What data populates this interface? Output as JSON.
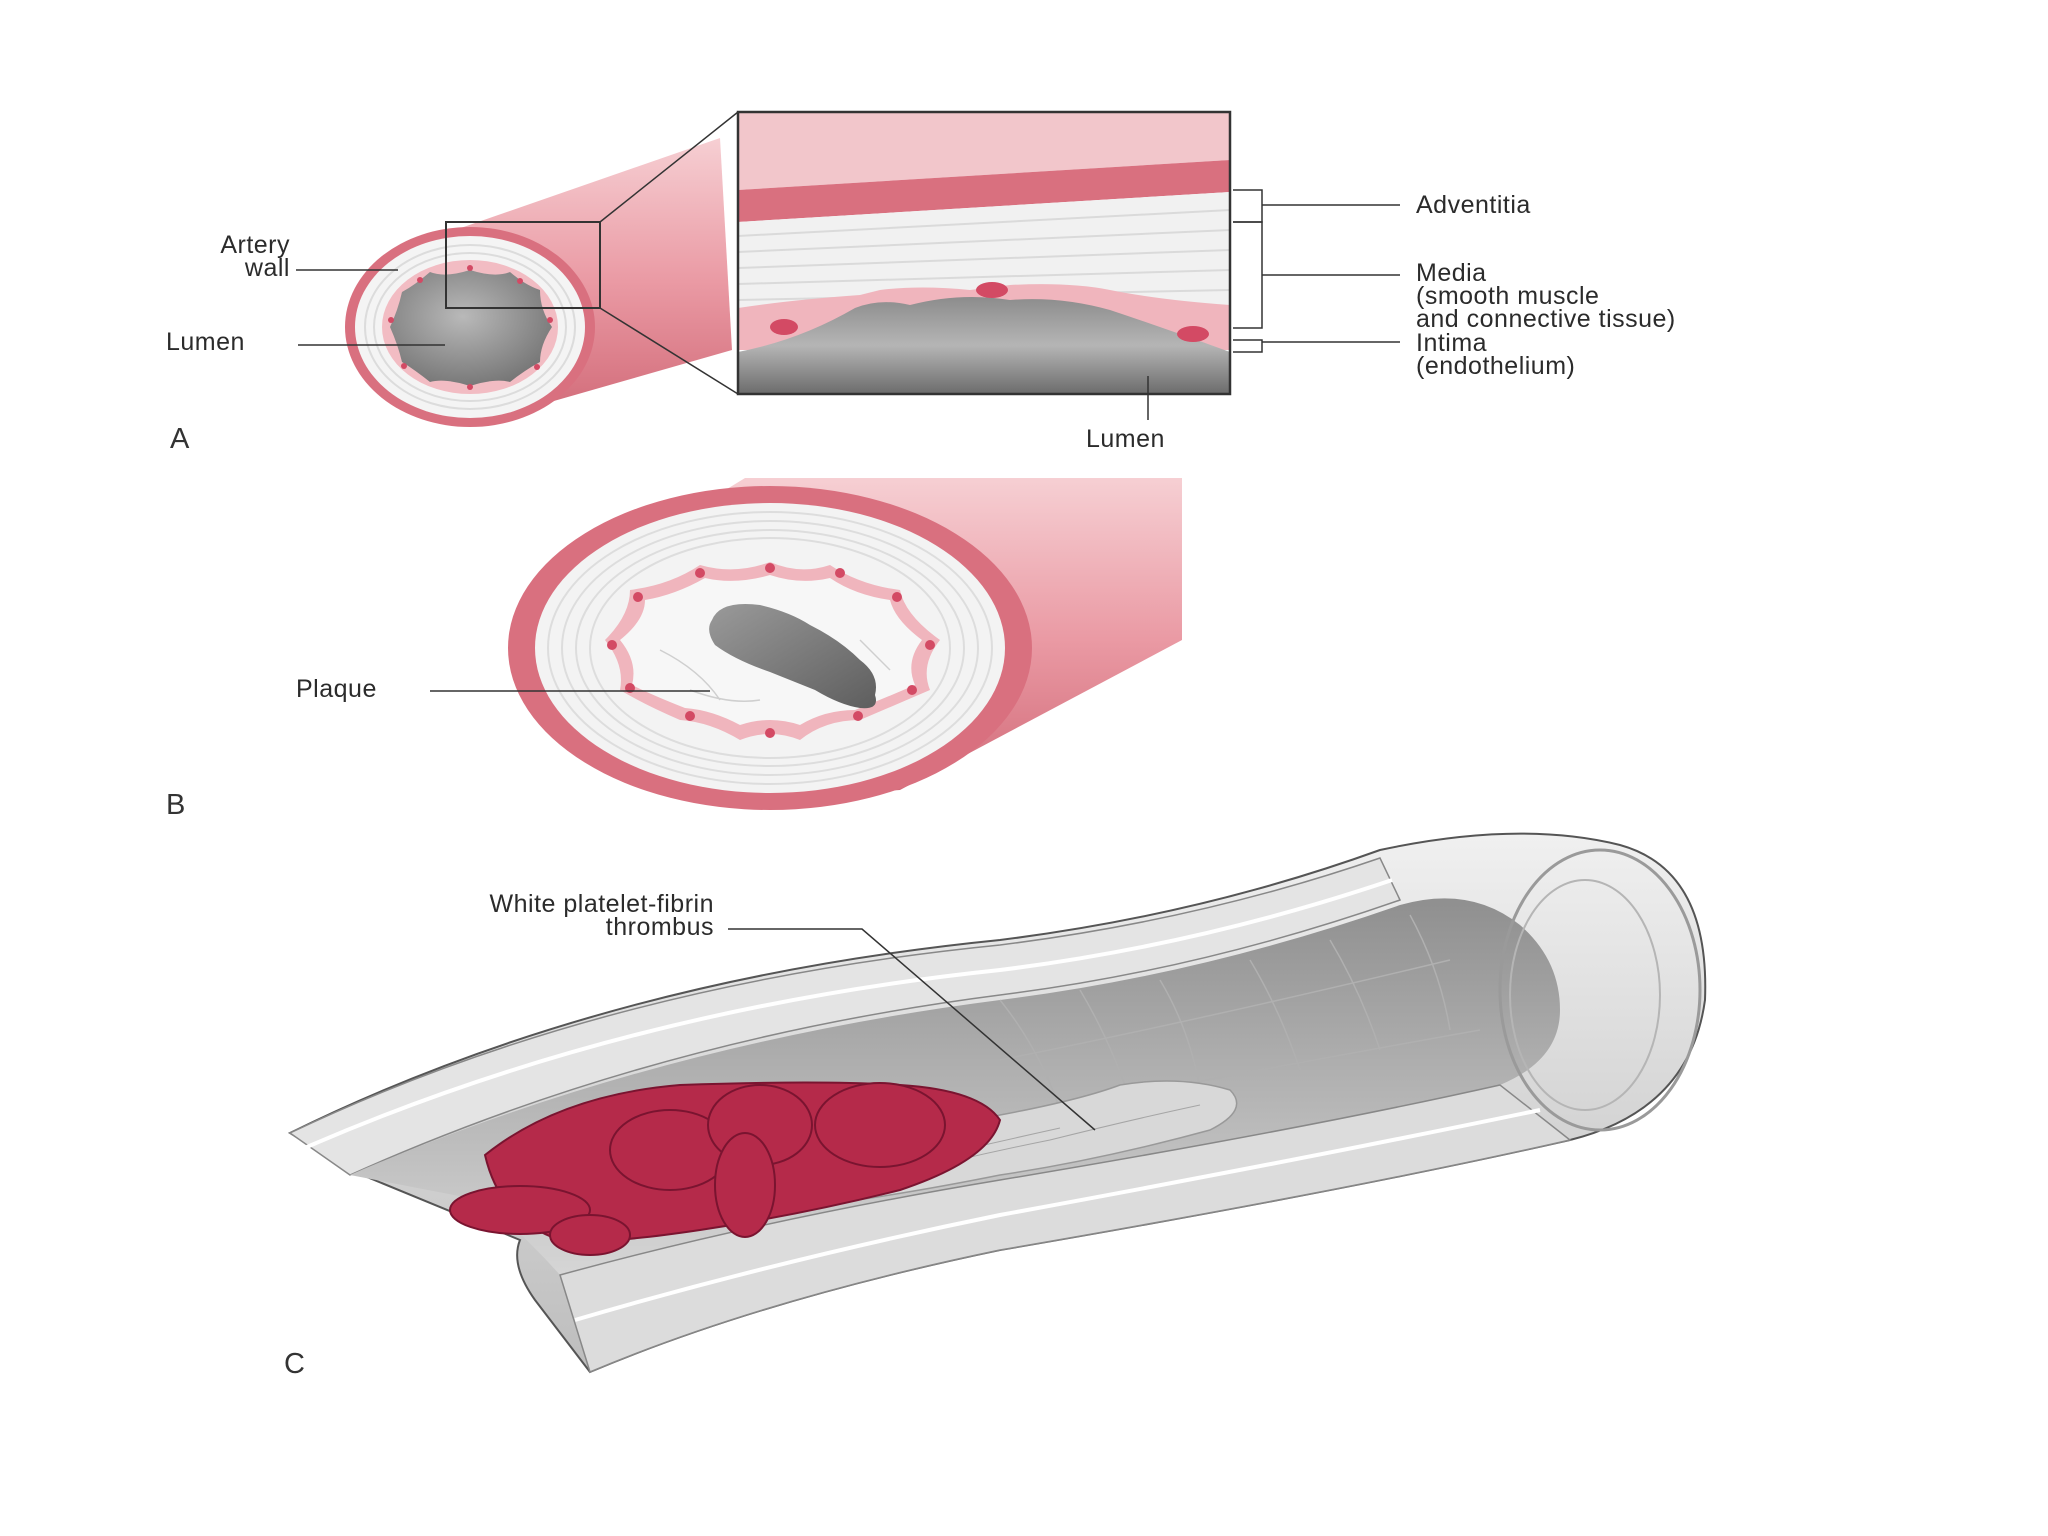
{
  "panel_a": {
    "letter": "A",
    "artery_wall": [
      "Artery",
      "wall"
    ],
    "lumen_left": "Lumen",
    "lumen_inset": "Lumen",
    "adventitia": "Adventitia",
    "media": [
      "Media",
      "(smooth muscle",
      "and connective tissue)"
    ],
    "intima": [
      "Intima",
      "(endothelium)"
    ]
  },
  "panel_b": {
    "letter": "B",
    "plaque": "Plaque"
  },
  "panel_c": {
    "letter": "C",
    "thrombus": [
      "White platelet-fibrin",
      "thrombus"
    ]
  },
  "colors": {
    "adventitia": "#d9707f",
    "wall_light": "#f2c4c8",
    "media": "#e9e9e9",
    "lumen": "#8a8a8a",
    "clot": "#b52a4a",
    "vessel_gray": "#c9c9c9"
  }
}
